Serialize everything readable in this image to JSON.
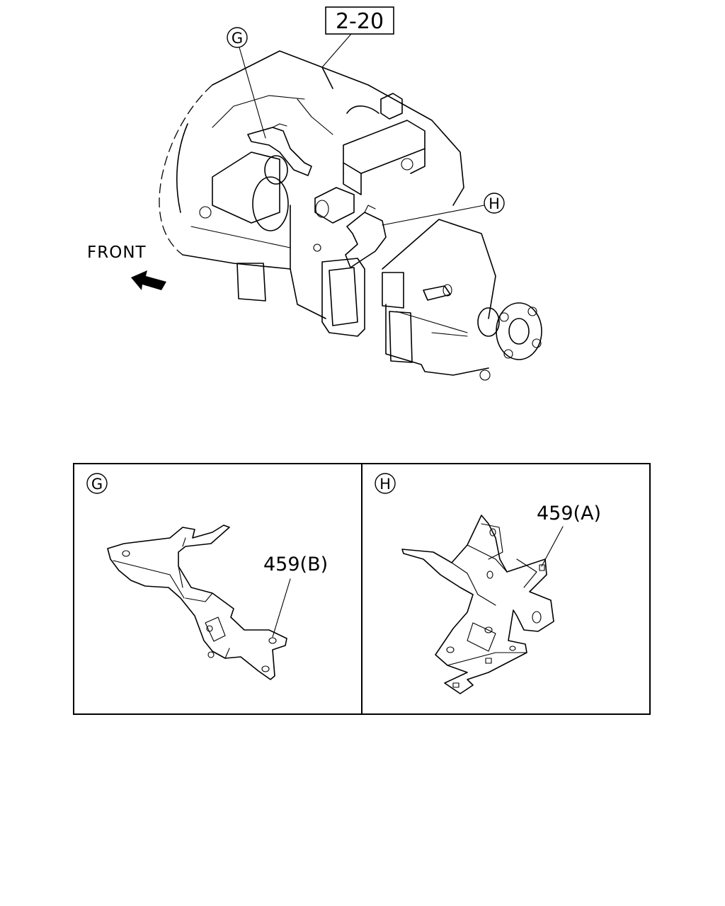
{
  "main_view": {
    "ref_box_label": "2-20",
    "callout_g": "G",
    "callout_h": "H",
    "front_label": "FRONT"
  },
  "panels": [
    {
      "callout": "G",
      "part_label": "459(B)"
    },
    {
      "callout": "H",
      "part_label": "459(A)"
    }
  ]
}
